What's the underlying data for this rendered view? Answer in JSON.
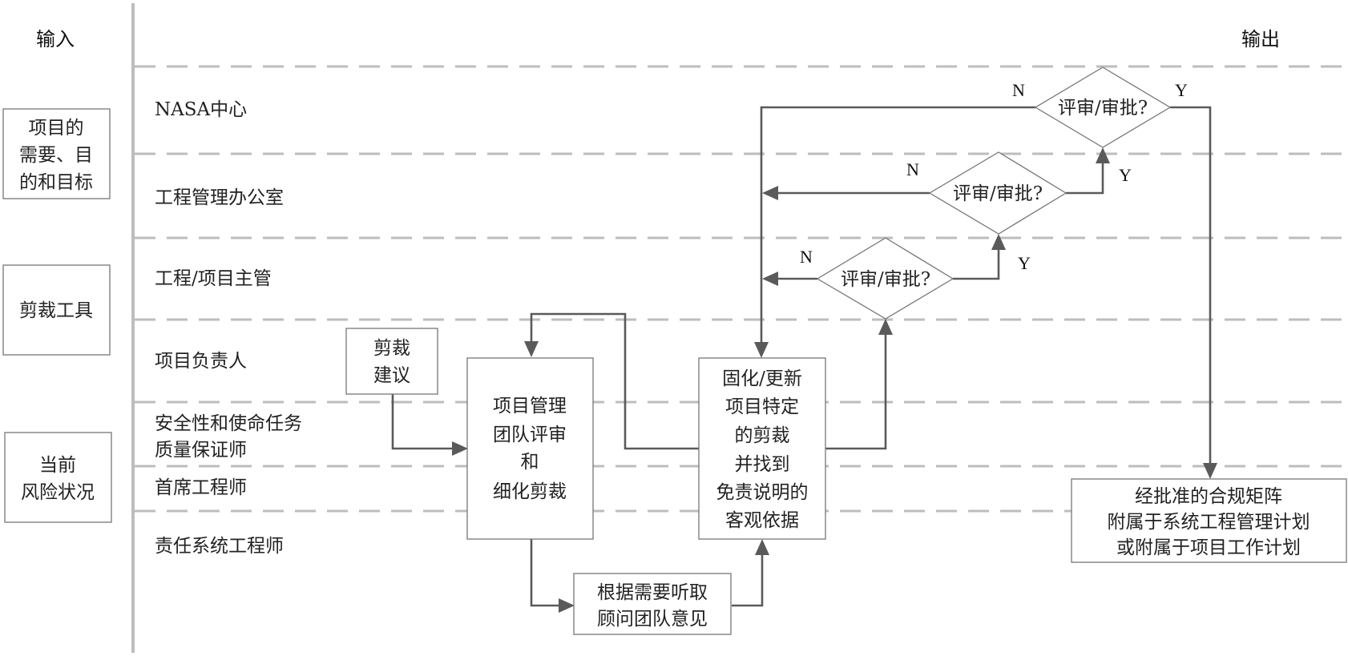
{
  "headers": {
    "input": "输入",
    "output": "输出"
  },
  "inputs": [
    {
      "id": "project-needs",
      "lines": [
        "项目的",
        "需要、目",
        "的和目标"
      ]
    },
    {
      "id": "tailoring-tools",
      "lines": [
        "剪裁工具"
      ]
    },
    {
      "id": "current-risk",
      "lines": [
        "当前",
        "风险状况"
      ]
    }
  ],
  "lanes": [
    {
      "id": "nasa-center",
      "label": [
        "NASA中心"
      ]
    },
    {
      "id": "program-office",
      "label": [
        "工程管理办公室"
      ]
    },
    {
      "id": "program-project-manager",
      "label": [
        "工程/项目主管"
      ]
    },
    {
      "id": "project-lead",
      "label": [
        "项目负责人"
      ]
    },
    {
      "id": "sma",
      "label": [
        "安全性和使命任务",
        "质量保证师"
      ]
    },
    {
      "id": "chief-engineer",
      "label": [
        "首席工程师"
      ]
    },
    {
      "id": "responsible-se",
      "label": [
        "责任系统工程师"
      ]
    }
  ],
  "process": {
    "tailoring_suggestion": [
      "剪裁",
      "建议"
    ],
    "team_review": [
      "项目管理",
      "团队评审",
      "和",
      "细化剪裁"
    ],
    "advisory": [
      "根据需要听取",
      "顾问团队意见"
    ],
    "finalize": [
      "固化/更新",
      "项目特定",
      "的剪裁",
      "并找到",
      "免责说明的",
      "客观依据"
    ],
    "output_box": [
      "经批准的合规矩阵",
      "附属于系统工程管理计划",
      "或附属于项目工作计划"
    ]
  },
  "decisions": [
    {
      "id": "decision-program-project-manager",
      "label": "评审/审批?",
      "no": "N",
      "yes": "Y"
    },
    {
      "id": "decision-program-office",
      "label": "评审/审批?",
      "no": "N",
      "yes": "Y"
    },
    {
      "id": "decision-nasa-center",
      "label": "评审/审批?",
      "no": "N",
      "yes": "Y"
    }
  ]
}
